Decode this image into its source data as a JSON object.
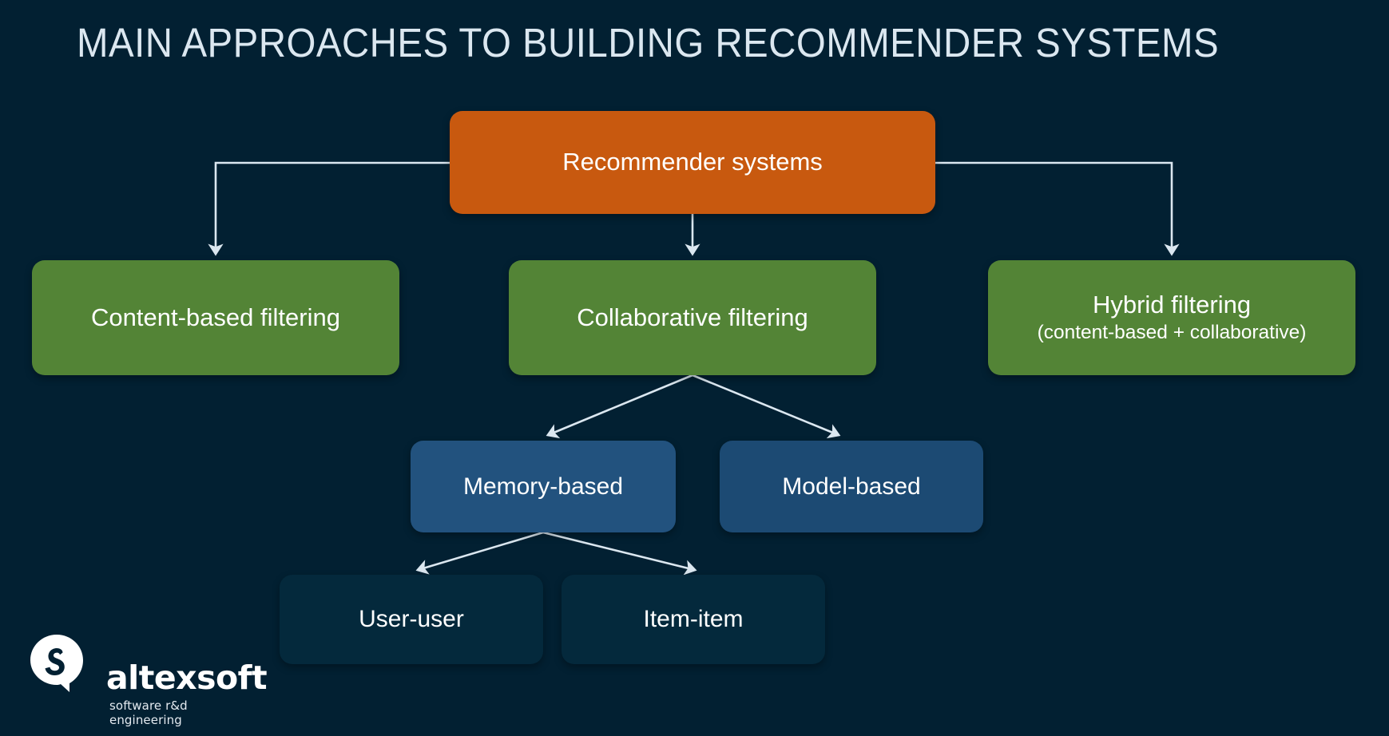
{
  "slide": {
    "title": "MAIN APPROACHES TO BUILDING RECOMMENDER SYSTEMS",
    "background_color": "#022032",
    "title_color": "#dbe7f0",
    "connector_color": "#dbe7f0"
  },
  "diagram": {
    "type": "tree",
    "nodes": {
      "root": {
        "label": "Recommender systems",
        "color": "#c8590f",
        "level": 1
      },
      "content_based": {
        "label": "Content-based filtering",
        "color": "#538436",
        "level": 2
      },
      "collaborative": {
        "label": "Collaborative filtering",
        "color": "#538436",
        "level": 2
      },
      "hybrid": {
        "label": "Hybrid filtering",
        "sublabel": "(content-based + collaborative)",
        "color": "#538436",
        "level": 2
      },
      "memory_based": {
        "label": "Memory-based",
        "color": "#22527e",
        "level": 3
      },
      "model_based": {
        "label": "Model-based",
        "color": "#1c4a73",
        "level": 3
      },
      "user_user": {
        "label": "User-user",
        "color": "#04293c",
        "level": 4
      },
      "item_item": {
        "label": "Item-item",
        "color": "#04293c",
        "level": 4
      }
    },
    "edges": [
      {
        "from": "root",
        "to": "content_based",
        "style": "elbow-left"
      },
      {
        "from": "root",
        "to": "collaborative",
        "style": "straight-down"
      },
      {
        "from": "root",
        "to": "hybrid",
        "style": "elbow-right"
      },
      {
        "from": "collaborative",
        "to": "memory_based",
        "style": "diagonal"
      },
      {
        "from": "collaborative",
        "to": "model_based",
        "style": "diagonal"
      },
      {
        "from": "memory_based",
        "to": "user_user",
        "style": "diagonal"
      },
      {
        "from": "memory_based",
        "to": "item_item",
        "style": "diagonal"
      }
    ]
  },
  "branding": {
    "name": "altexsoft",
    "tagline": "software r&d engineering",
    "mark": "speech-bubble-s-logo"
  }
}
